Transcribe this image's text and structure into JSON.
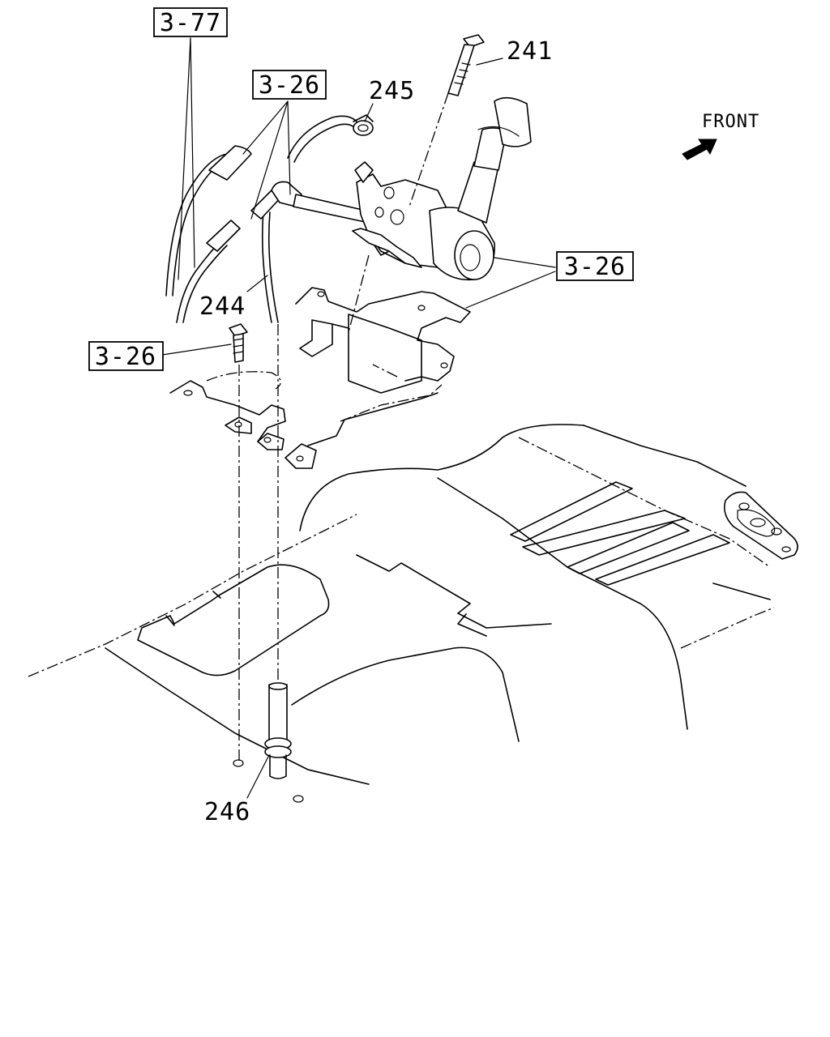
{
  "diagram": {
    "ref_boxes": [
      {
        "id": "ref-3-77",
        "text": "3-77"
      },
      {
        "id": "ref-3-26-top",
        "text": "3-26"
      },
      {
        "id": "ref-3-26-right",
        "text": "3-26"
      },
      {
        "id": "ref-3-26-left",
        "text": "3-26"
      }
    ],
    "part_numbers": {
      "p241": "241",
      "p245": "245",
      "p244": "244",
      "p246": "246"
    },
    "direction_label": "FRONT"
  }
}
